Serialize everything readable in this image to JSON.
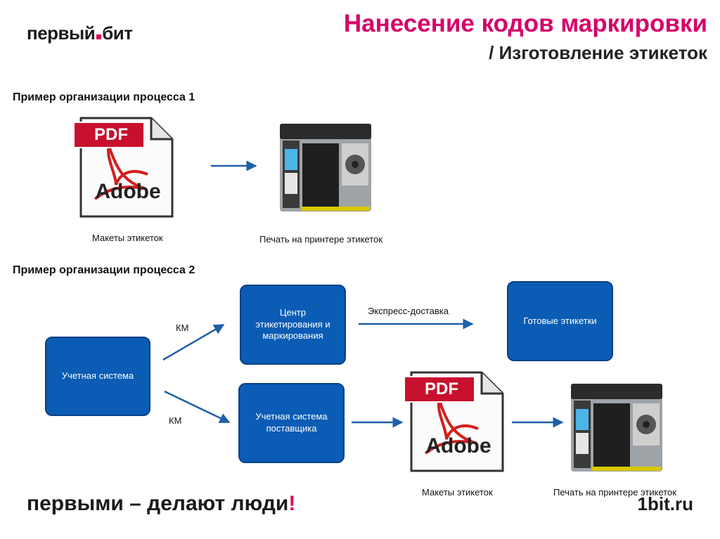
{
  "brand": {
    "logo_left": "первый",
    "logo_right": "бит",
    "accent": "#e3004f"
  },
  "header": {
    "title_line1": "Нанесение кодов маркировки",
    "title_line2": "/ Изготовление этикеток"
  },
  "process1": {
    "heading": "Пример организации процесса 1",
    "caption_layouts": "Макеты этикеток",
    "caption_print": "Печать на принтере этикеток"
  },
  "process2": {
    "heading": "Пример организации процесса 2",
    "box_accounting": "Учетная система",
    "box_center": "Центр этикетирования и маркирования",
    "box_supplier": "Учетная система поставщика",
    "box_ready": "Готовые этикетки",
    "label_km_top": "КМ",
    "label_km_bottom": "КМ",
    "label_express": "Экспресс-доставка",
    "caption_layouts": "Макеты этикеток",
    "caption_print": "Печать на принтере этикеток"
  },
  "icons": {
    "pdf_badge": "PDF",
    "pdf_brand": "Adobe",
    "pdf_icon": "pdf-adobe-icon",
    "printer_icon": "label-printer-icon"
  },
  "colors": {
    "box_fill": "#0a5cb4",
    "arrow": "#1f5fa8",
    "title": "#d6006a"
  },
  "footer": {
    "slogan_text": "первыми – делают люди",
    "slogan_mark": "!",
    "site": "1bit.ru"
  }
}
